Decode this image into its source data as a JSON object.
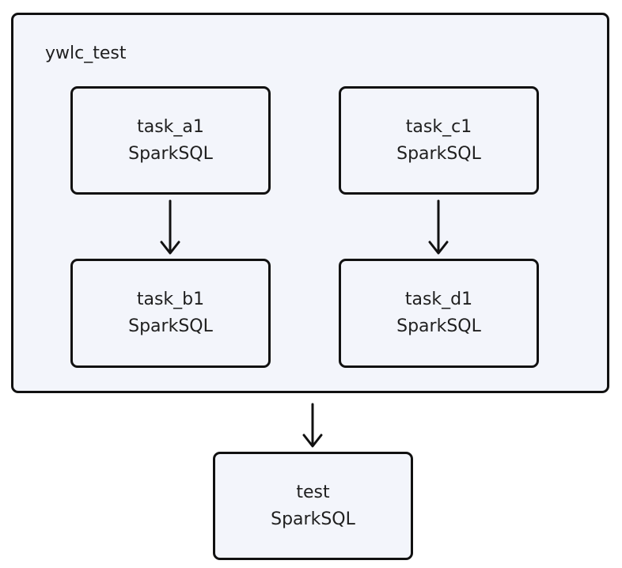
{
  "group": {
    "title": "ywlc_test"
  },
  "nodes": {
    "task_a1": {
      "name": "task_a1",
      "type": "SparkSQL"
    },
    "task_b1": {
      "name": "task_b1",
      "type": "SparkSQL"
    },
    "task_c1": {
      "name": "task_c1",
      "type": "SparkSQL"
    },
    "task_d1": {
      "name": "task_d1",
      "type": "SparkSQL"
    },
    "test": {
      "name": "test",
      "type": "SparkSQL"
    }
  },
  "edges": [
    {
      "from": "task_a1",
      "to": "task_b1"
    },
    {
      "from": "task_c1",
      "to": "task_d1"
    },
    {
      "from": "ywlc_test",
      "to": "test"
    }
  ]
}
